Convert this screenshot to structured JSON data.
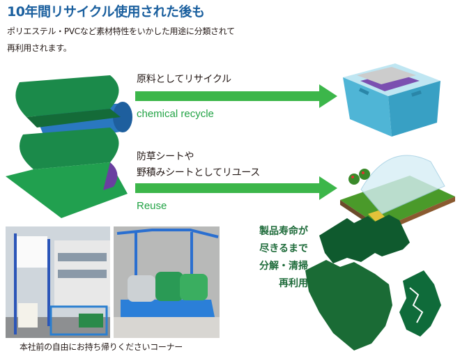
{
  "header": {
    "title": "10年間リサイクル使用された後も",
    "subtitle_line1": "ポリエステル・PVCなど素材特性をいかした用途に分類されて",
    "subtitle_line2": "再利用されます。"
  },
  "flows": [
    {
      "label_jp": "原料としてリサイクル",
      "label_en": "chemical recycle"
    },
    {
      "label_jp_line1": "防草シートや",
      "label_jp_line2": "野積みシートとしてリユース",
      "label_en": "Reuse"
    }
  ],
  "lifecycle": {
    "lines": [
      "製品寿命が",
      "尽きるまで",
      "分解・清掃",
      "再利用"
    ]
  },
  "photos": {
    "caption": "本社前の自由にお持ち帰りくださいコーナー"
  },
  "colors": {
    "title": "#1a5f9e",
    "arrow": "#3cb64a",
    "english": "#22a345",
    "life_text": "#1e6b3a",
    "sheet_green": "#1b8a4a",
    "sheet_blue": "#2a78c0"
  }
}
